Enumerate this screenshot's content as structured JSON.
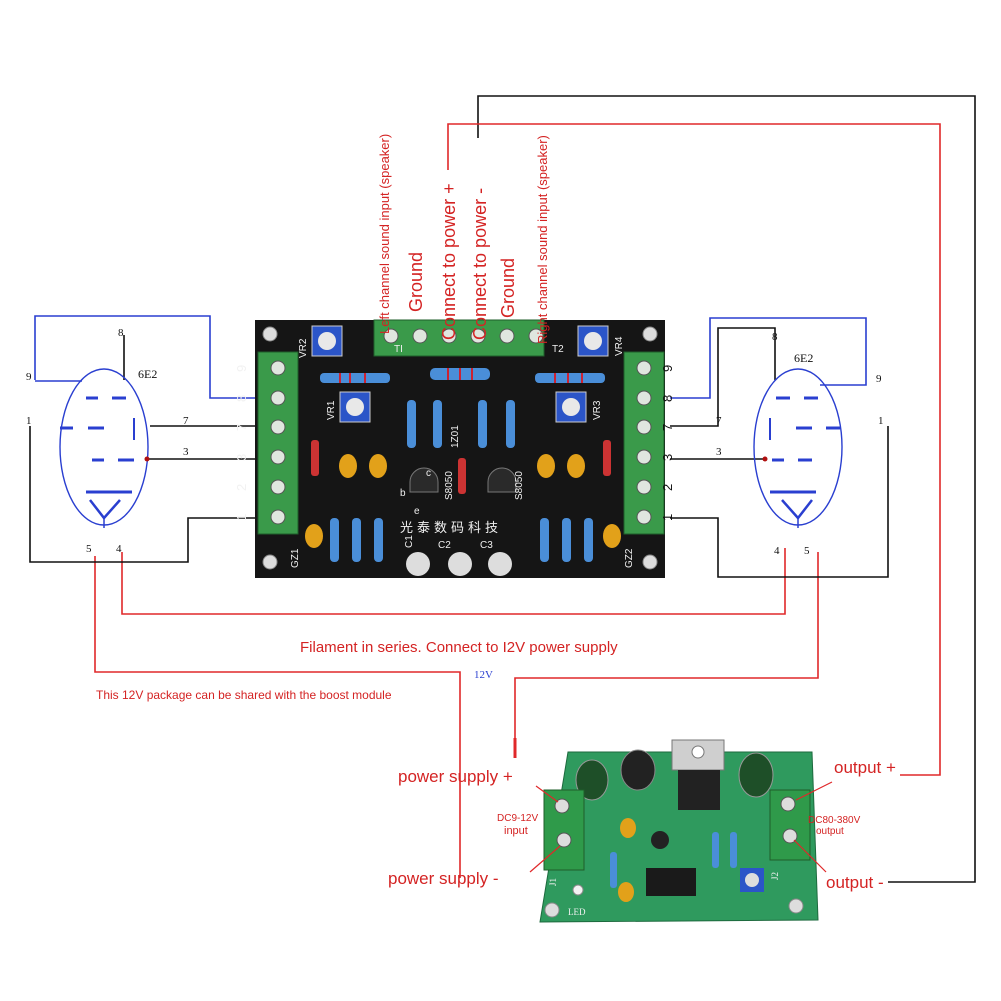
{
  "colors": {
    "red_wire": "#e0282a",
    "black_wire": "#111111",
    "blue_wire": "#2a3fd0",
    "board_black": "#151515",
    "terminal_green": "#3a9a4a",
    "module_green": "#2f9a5e",
    "label_red": "#d42323"
  },
  "top_labels": {
    "left_sound": "Left channel sound input (speaker)",
    "ground_1": "Ground",
    "power_plus": "Connect to power +",
    "power_minus": "Connect to power -",
    "ground_2": "Ground",
    "right_sound": "Right channel sound input (speaker)"
  },
  "left_tube": {
    "model": "6E2",
    "pins": {
      "p1": "1",
      "p3": "3",
      "p4": "4",
      "p5": "5",
      "p7": "7",
      "p8": "8",
      "p9": "9"
    }
  },
  "right_tube": {
    "model": "6E2",
    "pins": {
      "p1": "1",
      "p3": "3",
      "p4": "4",
      "p5": "5",
      "p7": "7",
      "p8": "8",
      "p9": "9"
    }
  },
  "board": {
    "left_terminal_numbers": [
      "9",
      "8",
      "7",
      "3",
      "2",
      "1"
    ],
    "right_terminal_numbers": [
      "9",
      "8",
      "7",
      "3",
      "2",
      "1"
    ],
    "silk": {
      "vr1": "VR1",
      "vr2": "VR2",
      "vr3": "VR3",
      "vr4": "VR4",
      "gz1": "GZ1",
      "gz2": "GZ2",
      "c1": "C1",
      "c2": "C2",
      "c3": "C3",
      "t1": "TI",
      "t2": "T2",
      "chinese": "光泰数码科技",
      "ic1": "1Z01",
      "s1": "S8050",
      "s2": "S8050",
      "b": "b",
      "c": "c",
      "e": "e"
    }
  },
  "filament_label": "Filament in series. Connect to I2V power supply",
  "v12_label": "12V",
  "shared_note": "This 12V package can be shared with the boost module",
  "boost_module": {
    "power_supply_plus": "power supply +",
    "power_supply_minus": "power supply -",
    "input_rating": "DC9-12V",
    "input_label": "input",
    "output_rating": "DC80-380V",
    "output_label": "output",
    "output_plus": "output +",
    "output_minus": "output -",
    "led": "LED",
    "j1": "J1",
    "j2": "J2"
  }
}
